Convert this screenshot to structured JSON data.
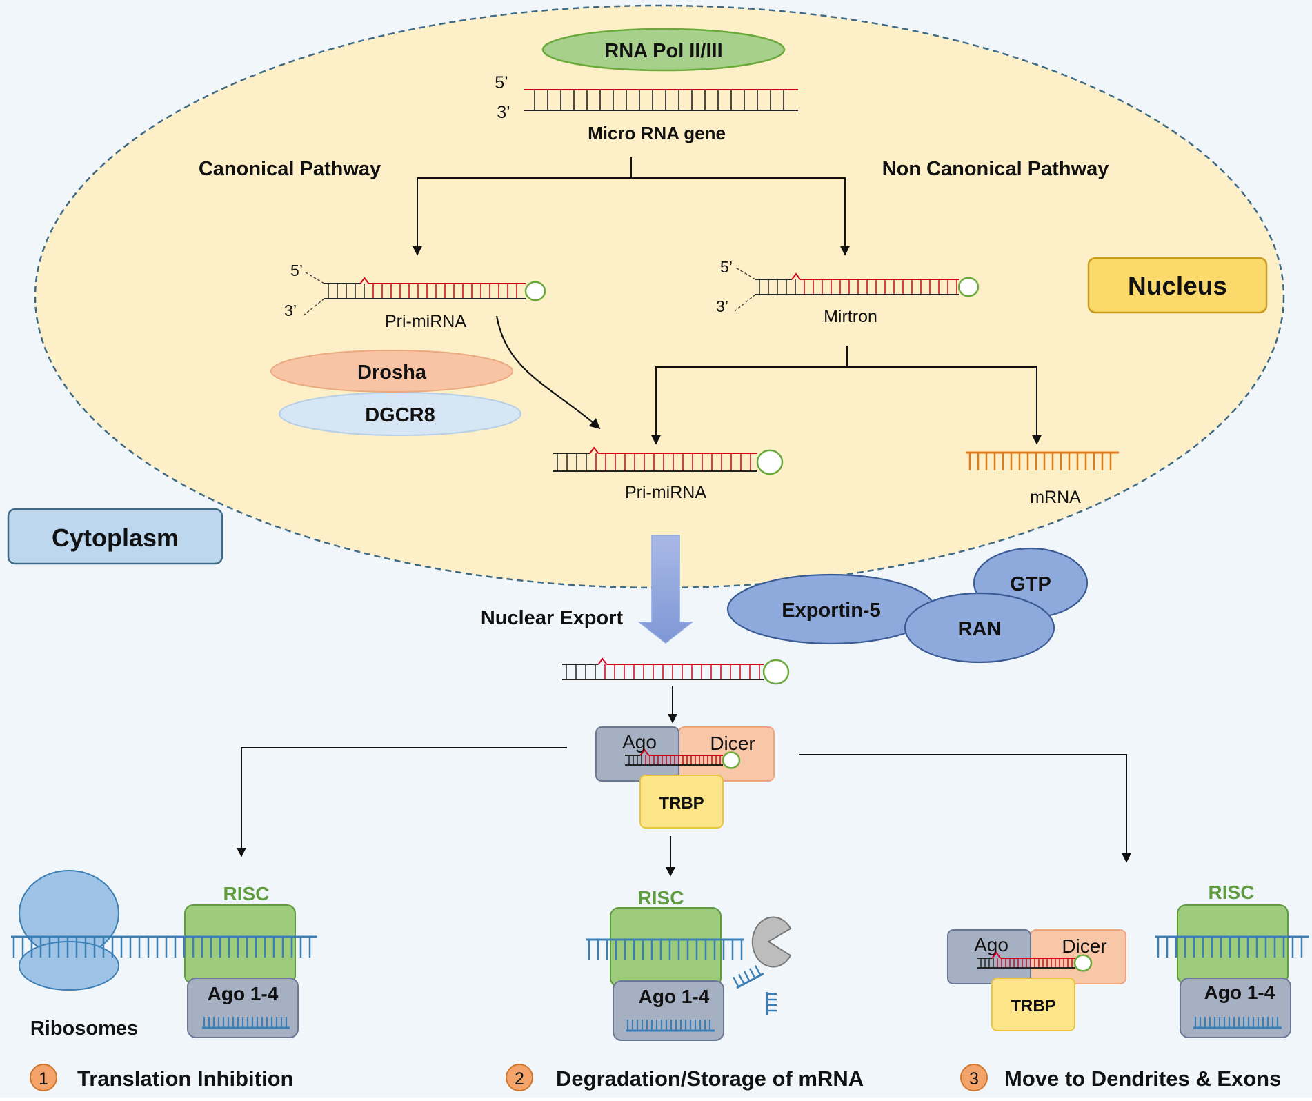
{
  "colors": {
    "background": "#f1f6fa",
    "nucleus_fill": "#fdf0c9",
    "nucleus_border": "#3f6a86",
    "rna_red": "#d0021b",
    "dna_black": "#222222",
    "loop_green": "#6aaa3a",
    "blue_strand": "#3c7fb4",
    "mrna_orange": "#e07b1a",
    "pol_green": "#a8d08d",
    "drosha": "#f7c5a5",
    "dgcr8": "#d6e6f5",
    "exportin_blue": "#8ea9dc",
    "risc_green": "#9ccc7c",
    "ago_gray": "#a6b0c3",
    "dicer_peach": "#f8c7a8",
    "trbp_yellow": "#fde58a",
    "ribosome_blue": "#9ec3e6",
    "nuc_yellow": "#fbd96a",
    "cyto_blue": "#bcd7ee"
  },
  "labels": {
    "rna_pol": "RNA Pol II/III",
    "five_prime": "5’",
    "three_prime": "3’",
    "micro_rna_gene": "Micro RNA gene",
    "canonical": "Canonical Pathway",
    "non_canonical": "Non Canonical Pathway",
    "nucleus": "Nucleus",
    "cytoplasm": "Cytoplasm",
    "pri_mirna_1": "Pri-miRNA",
    "mirtron": "Mirtron",
    "drosha": "Drosha",
    "dgcr8": "DGCR8",
    "pri_mirna_2": "Pri-miRNA",
    "mrna": "mRNA",
    "nuclear_export": "Nuclear Export",
    "exportin": "Exportin-5",
    "gtp": "GTP",
    "ran": "RAN",
    "ago": "Ago",
    "dicer": "Dicer",
    "trbp": "TRBP",
    "risc": "RISC",
    "ago14": "Ago 1-4",
    "ribosomes": "Ribosomes"
  },
  "outcomes": [
    {
      "num": "1",
      "label": "Translation Inhibition"
    },
    {
      "num": "2",
      "label": "Degradation/Storage of mRNA"
    },
    {
      "num": "3",
      "label": "Move to Dendrites & Exons"
    }
  ]
}
